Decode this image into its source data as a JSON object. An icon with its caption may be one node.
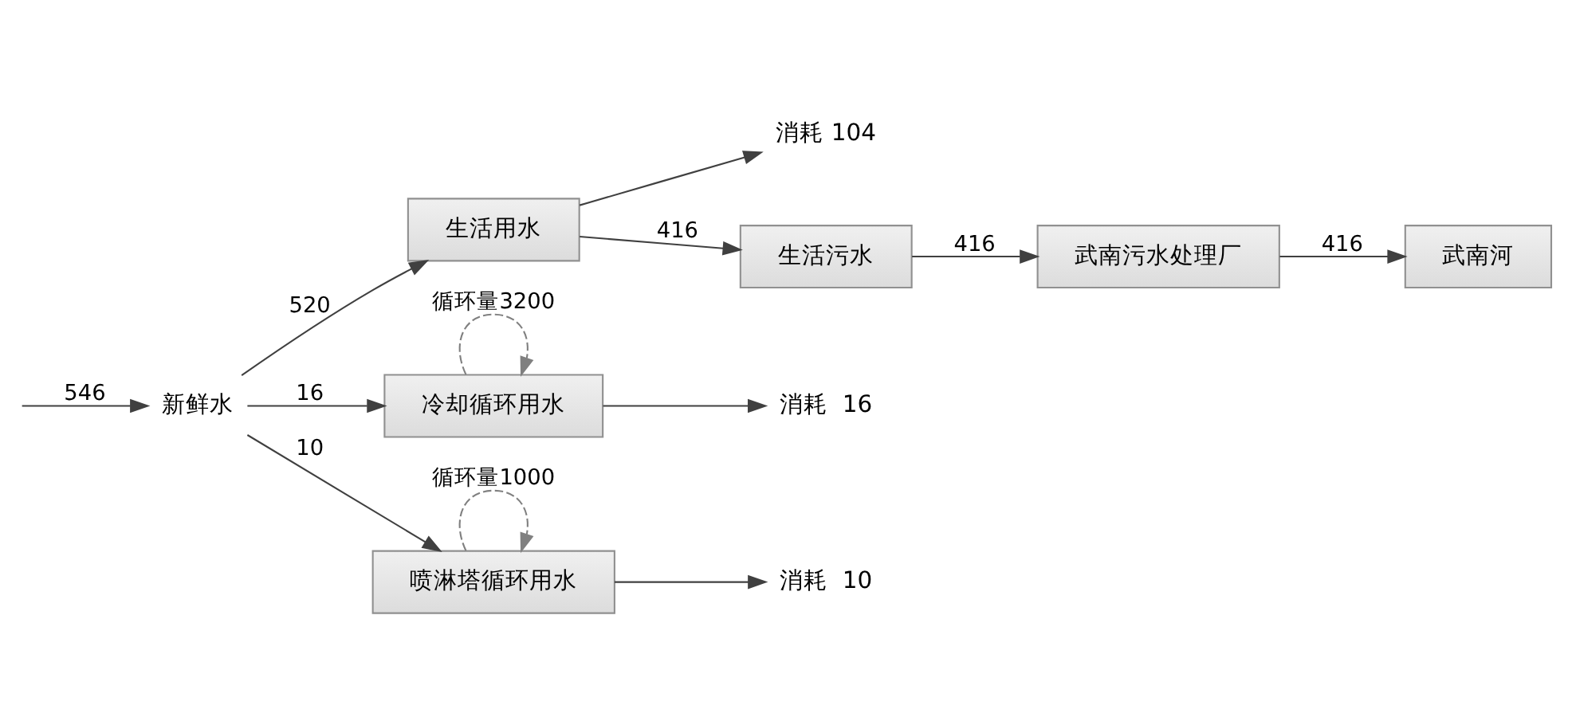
{
  "diagram": {
    "nodes": [
      {
        "text": [
          "消耗 104"
        ]
      },
      {
        "text": [
          "生活用水"
        ]
      },
      {
        "text": [
          "生活污水"
        ]
      },
      {
        "text": [
          "武南污水处理厂"
        ]
      },
      {
        "text": [
          "武南河"
        ]
      },
      {
        "text": [
          "消耗  16"
        ]
      },
      {
        "text": [
          "新鲜水"
        ]
      },
      {
        "text": [
          "冷却循环用水"
        ]
      },
      {
        "text": [
          "消耗  10"
        ]
      },
      {
        "text": [
          "喷淋塔循环用水"
        ]
      }
    ],
    "edges": [
      {
        "from": null,
        "to": 6,
        "arrow": "to",
        "label": "546"
      },
      {
        "from": 6,
        "to": 1,
        "arrow": "to",
        "label": "520"
      },
      {
        "from": 6,
        "to": 7,
        "arrow": "to",
        "label": "16"
      },
      {
        "from": 6,
        "to": 9,
        "arrow": "to",
        "label": "10"
      },
      {
        "from": 1,
        "to": 0,
        "arrow": "to"
      },
      {
        "from": 1,
        "to": 2,
        "arrow": "to",
        "label": "416"
      },
      {
        "from": 2,
        "to": 3,
        "arrow": "to",
        "label": "416"
      },
      {
        "from": 3,
        "to": 4,
        "arrow": "to",
        "label": "416"
      },
      {
        "from": 7,
        "to": 5,
        "arrow": "to"
      },
      {
        "from": 7,
        "to": 7,
        "arrow": "to",
        "style": "dashed",
        "color": "#808080",
        "label": "循环量3200"
      },
      {
        "from": 9,
        "to": 8,
        "arrow": "to"
      },
      {
        "from": 9,
        "to": 9,
        "arrow": "to",
        "style": "dashed",
        "color": "#808080",
        "label": "循环量1000"
      }
    ]
  }
}
